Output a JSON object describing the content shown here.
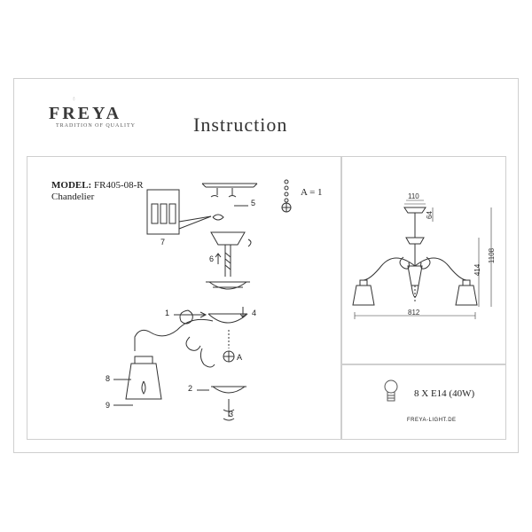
{
  "header": {
    "brand": "FREYA",
    "tagline": "TRADITION OF QUALITY",
    "title": "Instruction"
  },
  "product": {
    "model_label": "MODEL:",
    "model_code": "FR405-08-R",
    "type": "Chandelier"
  },
  "legend": {
    "a_equals": "A = 1"
  },
  "callouts": [
    "1",
    "2",
    "3",
    "4",
    "5",
    "6",
    "7",
    "8",
    "9",
    "A"
  ],
  "dimensions": {
    "top_width": "110",
    "top_height": "64",
    "total_height": "1108",
    "body_height": "414",
    "span": "812"
  },
  "bulb": {
    "spec": "8 X E14 (40W)"
  },
  "footer": {
    "website": "FREYA-LIGHT.DE"
  }
}
